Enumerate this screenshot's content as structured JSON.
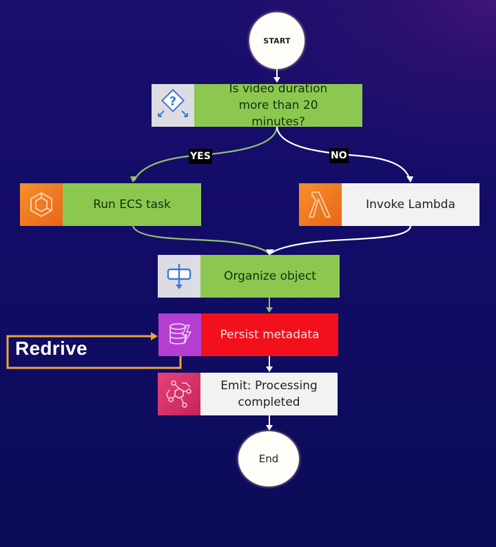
{
  "diagram": {
    "background": {
      "top_color": "#1a0f6e",
      "bottom_color": "#0b0c58",
      "corner_glow": "#3f1478"
    },
    "start": {
      "label": "START"
    },
    "end": {
      "label": "End"
    },
    "nodes": {
      "choice": {
        "label": "Is video duration more than 20 minutes?",
        "icon": "choice-icon",
        "fill": "#8cc850"
      },
      "ecs": {
        "label": "Run ECS task",
        "icon": "ecs-icon",
        "fill": "#8cc850"
      },
      "lambda": {
        "label": "Invoke Lambda",
        "icon": "lambda-icon",
        "fill": "#f2f2f2"
      },
      "organize": {
        "label": "Organize object",
        "icon": "pass-state-icon",
        "fill": "#8cc850"
      },
      "persist": {
        "label": "Persist metadata",
        "icon": "dynamodb-icon",
        "fill": "#f2101c"
      },
      "emit": {
        "label": "Emit: Processing completed",
        "icon": "eventbridge-icon",
        "fill": "#f2f2f2"
      }
    },
    "edges": {
      "yes_label": "YES",
      "no_label": "NO",
      "success_color": "#8cc850",
      "default_color": "#ffffff",
      "redrive_color": "#e8a53a"
    },
    "redrive": {
      "label": "Redrive"
    }
  }
}
